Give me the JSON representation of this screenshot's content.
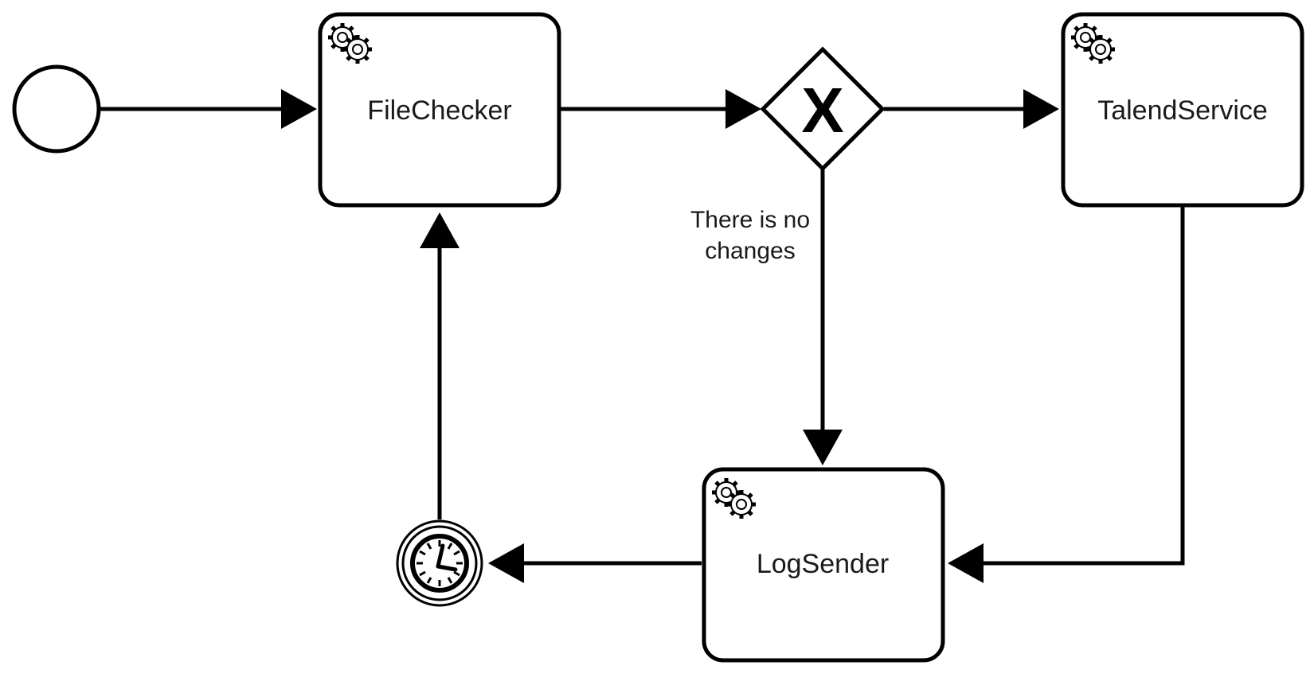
{
  "diagram": {
    "tasks": {
      "file_checker": {
        "label": "FileChecker",
        "icon": "gears-icon"
      },
      "talend_service": {
        "label": "TalendService",
        "icon": "gears-icon"
      },
      "log_sender": {
        "label": "LogSender",
        "icon": "gears-icon"
      }
    },
    "gateway": {
      "type": "exclusive",
      "mark": "X"
    },
    "flows": {
      "no_changes": {
        "line1": "There is no",
        "line2": "changes"
      }
    },
    "events": {
      "start": {
        "type": "start-event"
      },
      "timer": {
        "type": "timer-event",
        "icon": "clock-icon"
      }
    },
    "colors": {
      "stroke": "#000000",
      "fill": "#ffffff",
      "text": "#1a1a1a"
    }
  }
}
